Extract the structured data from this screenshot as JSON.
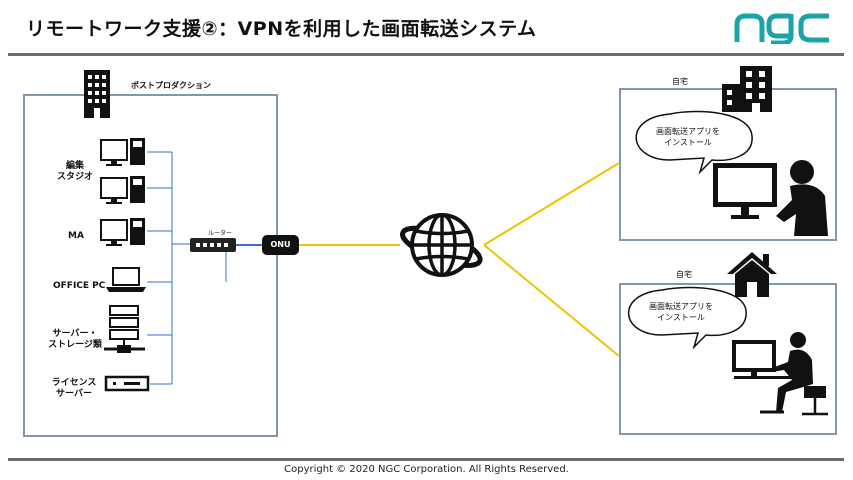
{
  "header": {
    "title": "リモートワーク支援②：VPNを利用した画面転送システム",
    "logo_text": "ngc",
    "logo_color": "#1aa3a8"
  },
  "office": {
    "label": "ポストプロダクション",
    "devices": [
      {
        "label": "編集\nスタジオ",
        "icon": "desktop-pc-icon"
      },
      {
        "label": "編集\nスタジオ",
        "icon": "desktop-pc-icon"
      },
      {
        "label": "MA",
        "icon": "desktop-pc-icon"
      },
      {
        "label": "OFFICE PC",
        "icon": "laptop-icon"
      },
      {
        "label": "サーバー・\nストレージ類",
        "icon": "server-icon"
      },
      {
        "label": "ライセンス\nサーバー",
        "icon": "license-server-icon"
      }
    ],
    "router_label": "ルーター",
    "onu_label": "ONU"
  },
  "homes": [
    {
      "label": "自宅",
      "bubble": "画面転送アプリを\nインストール",
      "icon": "apartment-building-icon"
    },
    {
      "label": "自宅",
      "bubble": "画面転送アプリを\nインストール",
      "icon": "house-icon"
    }
  ],
  "colors": {
    "line": "#f2c200",
    "lan": "#3e6fd6",
    "panel_border": "#8296ad"
  },
  "footer": {
    "copyright": "Copyright © 2020 NGC Corporation. All Rights Reserved."
  }
}
